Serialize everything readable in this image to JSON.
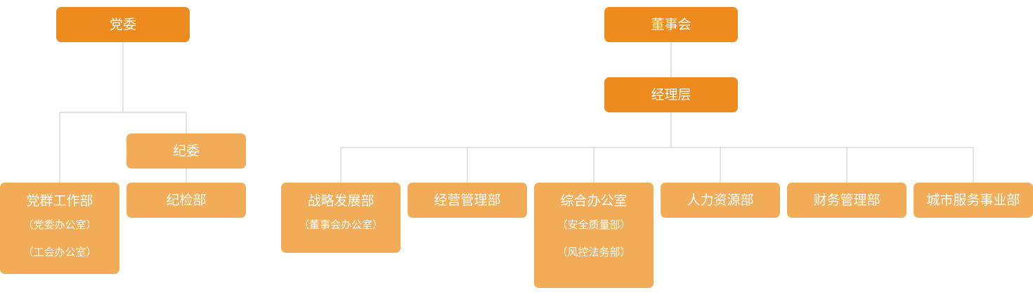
{
  "colors": {
    "top_level": "#ee8b1f",
    "sub_level": "#f2ac57",
    "connector": "#c8c8c8",
    "text": "#ffffff"
  },
  "org": {
    "party_committee": "党委",
    "discipline_committee": "纪委",
    "discipline_inspection_dept": "纪检部",
    "party_affairs_dept": {
      "title": "党群工作部",
      "notes": [
        "（党委办公室）",
        "（工会办公室）"
      ]
    },
    "board": "董事会",
    "management": "经理层",
    "departments": [
      {
        "title": "战略发展部",
        "notes": [
          "（董事会办公室）"
        ]
      },
      {
        "title": "经营管理部",
        "notes": []
      },
      {
        "title": "综合办公室",
        "notes": [
          "（安全质量部）",
          "（风控法务部）"
        ]
      },
      {
        "title": "人力资源部",
        "notes": []
      },
      {
        "title": "财务管理部",
        "notes": []
      },
      {
        "title": "城市服务事业部",
        "notes": []
      }
    ]
  }
}
